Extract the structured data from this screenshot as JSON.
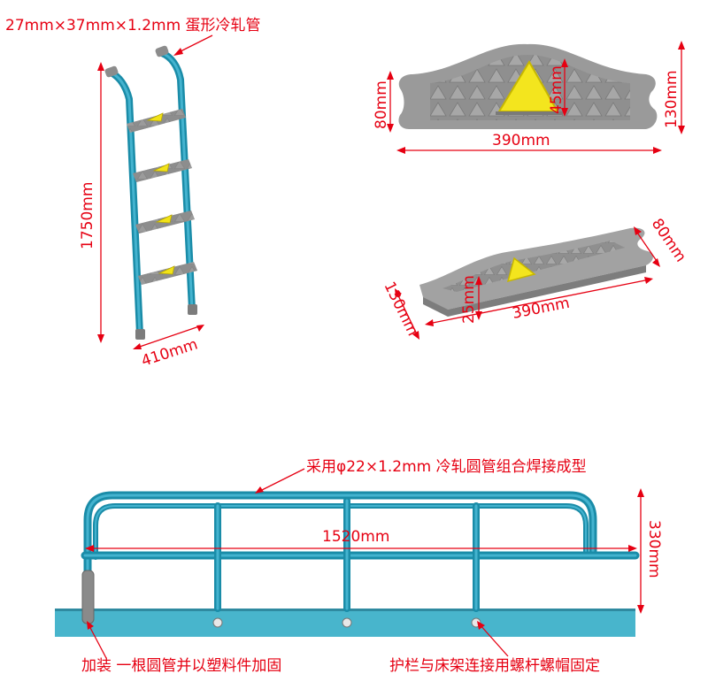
{
  "colors": {
    "label": "#e60012",
    "pipe": "#2aa2c0",
    "pipe_dark": "#1a7d96",
    "step": "#9b9b9b",
    "step_dark": "#6f6f6f",
    "warning": "#f5e61c",
    "bed_frame": "#47b4cb"
  },
  "ladder": {
    "tube_spec": "27mm×37mm×1.2mm 蛋形冷轧管",
    "height": "1750mm",
    "width": "410mm"
  },
  "step_top": {
    "width": "390mm",
    "end_height": "80mm",
    "max_height": "130mm",
    "triangle": "45mm"
  },
  "step_angled": {
    "width": "390mm",
    "end_height": "80mm",
    "max_height": "130mm",
    "thickness": "25mm"
  },
  "guardrail": {
    "spec": "采用φ22×1.2mm 冷轧圆管组合焊接成型",
    "length": "1520mm",
    "height": "330mm",
    "left_note": "加装 一根圆管并以塑料件加固",
    "right_note": "护栏与床架连接用螺杆螺帽固定"
  }
}
